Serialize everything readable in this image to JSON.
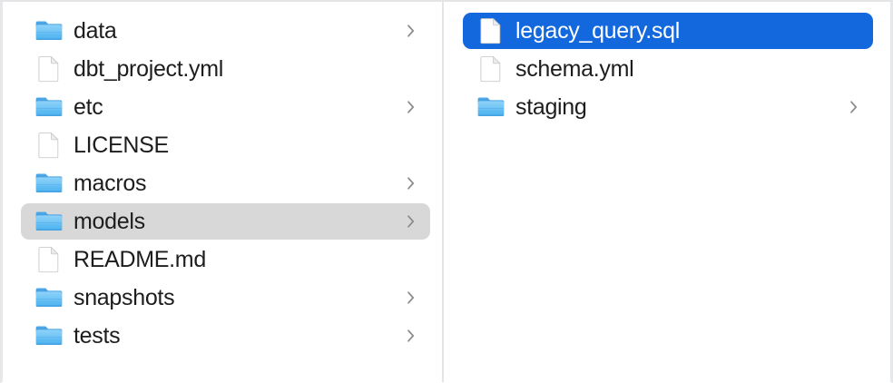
{
  "window": {
    "view_mode": "column-view",
    "colors": {
      "selection_active": "#1268dc",
      "selection_inactive": "#d8d8d8",
      "folder_icon": "#56b6f0",
      "text": "#1d1d1f",
      "text_selected": "#ffffff",
      "divider": "#e4e5e7",
      "background": "#ffffff"
    }
  },
  "columns": [
    {
      "name": "primary-column",
      "items": [
        {
          "label": "data",
          "icon": "folder-icon",
          "kind": "folder",
          "has_chevron": true,
          "state": "normal"
        },
        {
          "label": "dbt_project.yml",
          "icon": "file-icon",
          "kind": "file",
          "has_chevron": false,
          "state": "normal"
        },
        {
          "label": "etc",
          "icon": "folder-icon",
          "kind": "folder",
          "has_chevron": true,
          "state": "normal"
        },
        {
          "label": "LICENSE",
          "icon": "file-icon",
          "kind": "file",
          "has_chevron": false,
          "state": "normal"
        },
        {
          "label": "macros",
          "icon": "folder-icon",
          "kind": "folder",
          "has_chevron": true,
          "state": "normal"
        },
        {
          "label": "models",
          "icon": "folder-icon",
          "kind": "folder",
          "has_chevron": true,
          "state": "selected-inactive"
        },
        {
          "label": "README.md",
          "icon": "file-icon",
          "kind": "file",
          "has_chevron": false,
          "state": "normal"
        },
        {
          "label": "snapshots",
          "icon": "folder-icon",
          "kind": "folder",
          "has_chevron": true,
          "state": "normal"
        },
        {
          "label": "tests",
          "icon": "folder-icon",
          "kind": "folder",
          "has_chevron": true,
          "state": "normal"
        }
      ]
    },
    {
      "name": "secondary-column",
      "items": [
        {
          "label": "legacy_query.sql",
          "icon": "file-icon",
          "kind": "file",
          "has_chevron": false,
          "state": "selected-active"
        },
        {
          "label": "schema.yml",
          "icon": "file-icon",
          "kind": "file",
          "has_chevron": false,
          "state": "normal"
        },
        {
          "label": "staging",
          "icon": "folder-icon",
          "kind": "folder",
          "has_chevron": true,
          "state": "normal"
        }
      ]
    }
  ]
}
